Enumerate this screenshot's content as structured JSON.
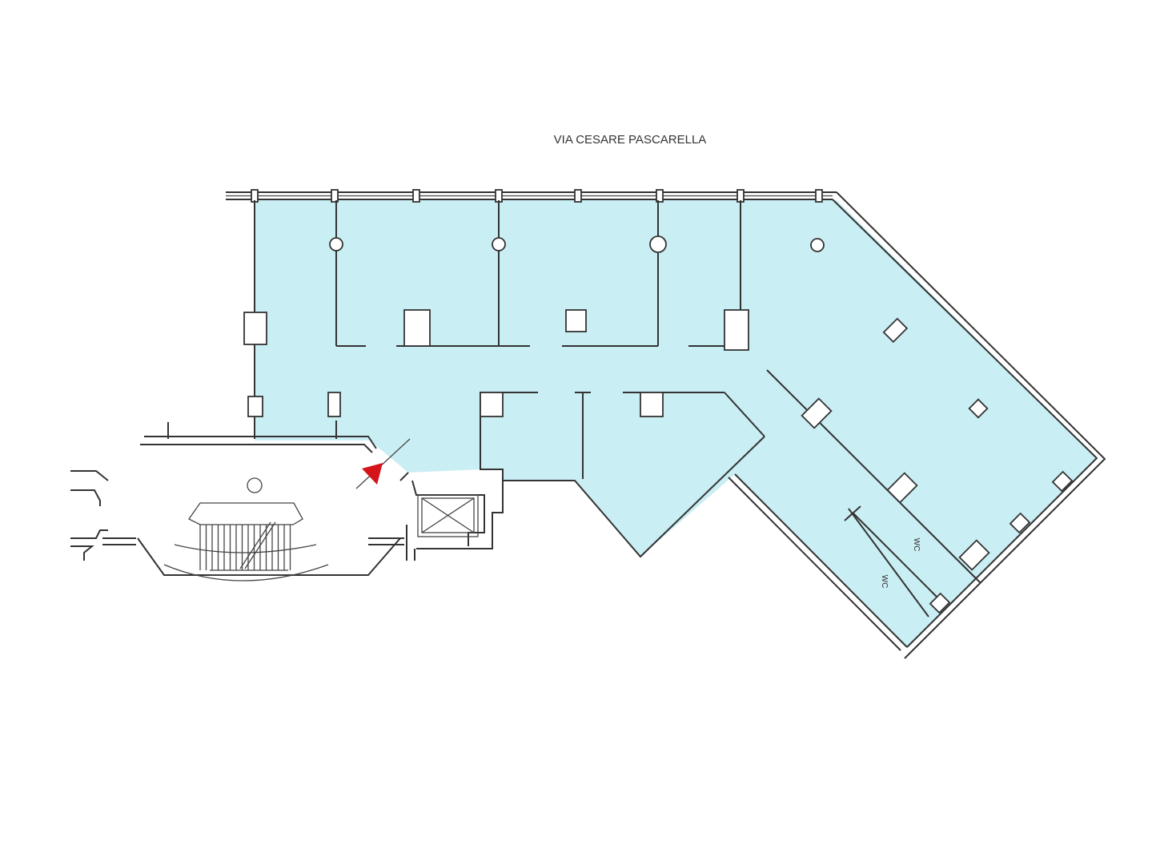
{
  "street_label": "VIA CESARE PASCARELLA",
  "room_labels": [
    "WC",
    "WC"
  ],
  "colors": {
    "area_fill": "#c9eef3",
    "entrance_marker": "#d4141a",
    "wall": "#333333"
  },
  "icons": [
    "entrance-arrow-icon",
    "elevator-icon",
    "staircase-icon"
  ]
}
